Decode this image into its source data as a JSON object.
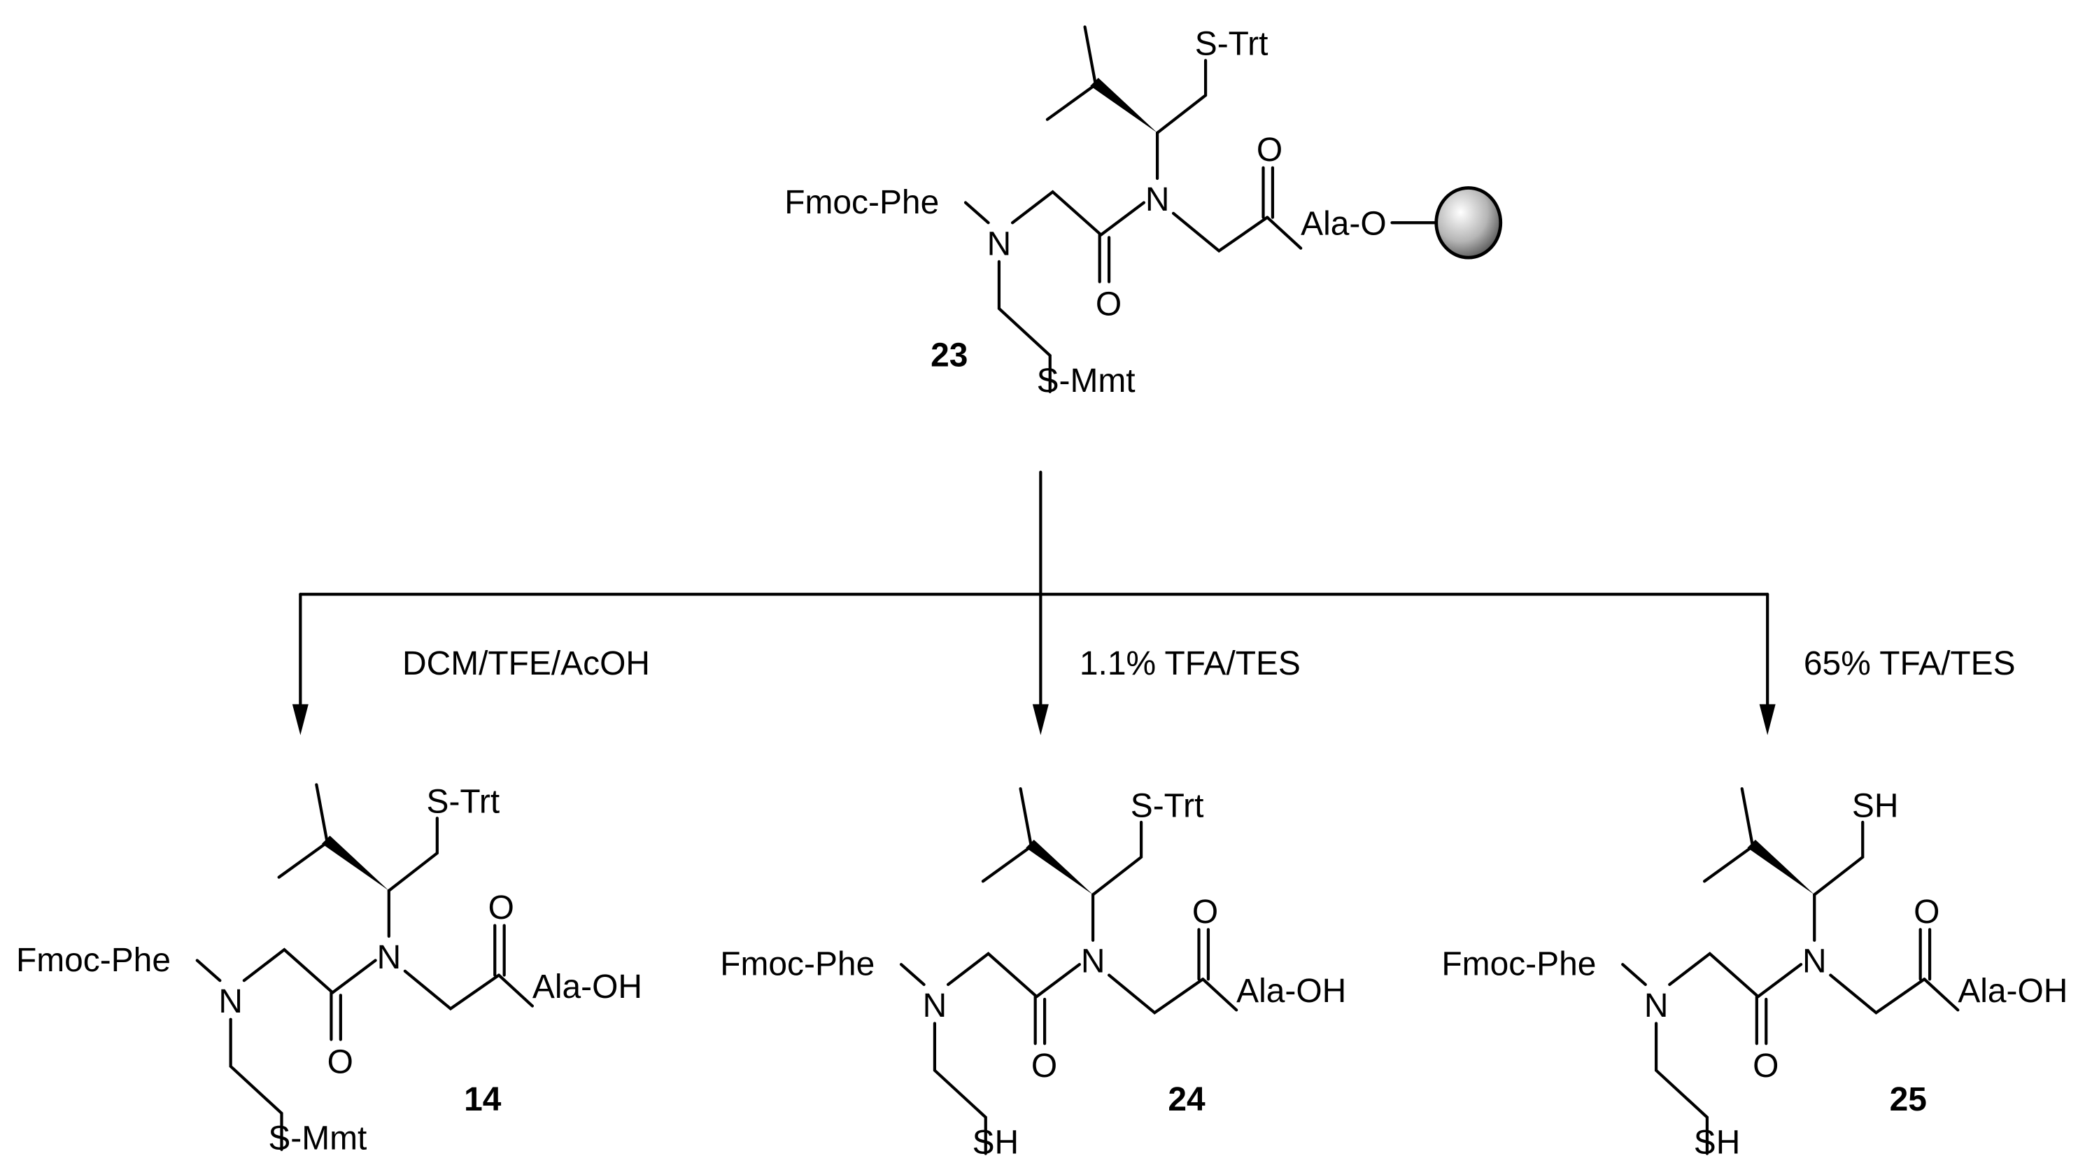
{
  "starting_material": {
    "id": "23",
    "n_terminus": "Fmoc-Phe",
    "top_thiol": "S-Trt",
    "bottom_thiol": "S-Mmt",
    "c_terminus": "Ala-O",
    "carbonyl_o1": "O",
    "carbonyl_o2": "O",
    "n1": "N",
    "n2": "N",
    "support": "resin-bead"
  },
  "conditions": [
    {
      "text": "DCM/TFE/AcOH"
    },
    {
      "text": "1.1% TFA/TES"
    },
    {
      "text": "65% TFA/TES"
    }
  ],
  "products": [
    {
      "id": "14",
      "n_terminus": "Fmoc-Phe",
      "top_thiol": "S-Trt",
      "bottom_thiol": "S-Mmt",
      "c_terminus": "Ala-OH",
      "carbonyl_o1": "O",
      "carbonyl_o2": "O",
      "n1": "N",
      "n2": "N"
    },
    {
      "id": "24",
      "n_terminus": "Fmoc-Phe",
      "top_thiol": "S-Trt",
      "bottom_thiol": "SH",
      "c_terminus": "Ala-OH",
      "carbonyl_o1": "O",
      "carbonyl_o2": "O",
      "n1": "N",
      "n2": "N"
    },
    {
      "id": "25",
      "n_terminus": "Fmoc-Phe",
      "top_thiol": "SH",
      "bottom_thiol": "SH",
      "c_terminus": "Ala-OH",
      "carbonyl_o1": "O",
      "carbonyl_o2": "O",
      "n1": "N",
      "n2": "N"
    }
  ],
  "colors": {
    "ink": "#000000",
    "bead_light": "#ffffff",
    "bead_dark": "#555555"
  }
}
